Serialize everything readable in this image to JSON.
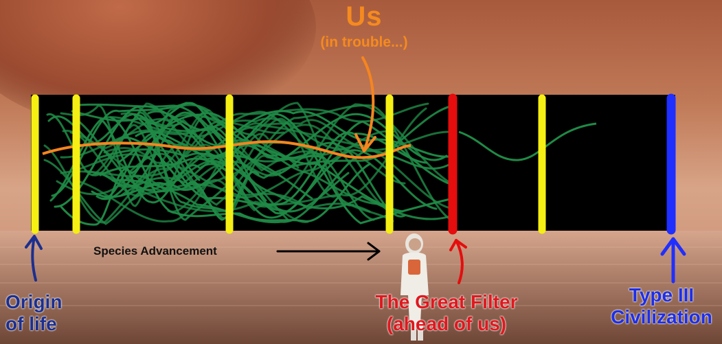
{
  "labels": {
    "us_title": "Us",
    "us_subtitle": "(in trouble...)",
    "advancement": "Species Advancement",
    "origin_line1": "Origin",
    "origin_line2": "of life",
    "filter_line1": "The Great Filter",
    "filter_line2": "(ahead of us)",
    "type3_line1": "Type III",
    "type3_line2": "Civilization"
  },
  "colors": {
    "stage_marker": "#f5ef14",
    "great_filter": "#e50d0d",
    "type3": "#1f2fff",
    "species_paths": "#1f8a46",
    "us_path": "#f5851f",
    "origin_text": "#1c2f8f",
    "filter_text": "#e0181f",
    "type3_text": "#1d2ee8"
  },
  "icons": [
    "arrow-up-icon",
    "arrow-right-icon",
    "arrow-down-icon",
    "astronaut-figure"
  ]
}
